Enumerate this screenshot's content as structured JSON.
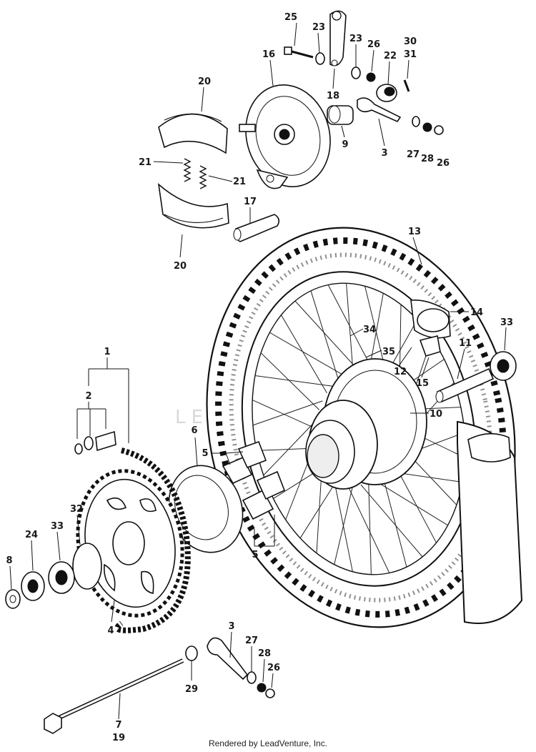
{
  "watermark": "LEADVENTURE",
  "footer": "Rendered by LeadVenture, Inc.",
  "callouts": [
    {
      "id": "c25",
      "text": "25"
    },
    {
      "id": "c23a",
      "text": "23"
    },
    {
      "id": "c23b",
      "text": "23"
    },
    {
      "id": "c26a",
      "text": "26"
    },
    {
      "id": "c22",
      "text": "22"
    },
    {
      "id": "c30",
      "text": "30"
    },
    {
      "id": "c31",
      "text": "31"
    },
    {
      "id": "c16",
      "text": "16"
    },
    {
      "id": "c18",
      "text": "18"
    },
    {
      "id": "c20a",
      "text": "20"
    },
    {
      "id": "c9",
      "text": "9"
    },
    {
      "id": "c3a",
      "text": "3"
    },
    {
      "id": "c27a",
      "text": "27"
    },
    {
      "id": "c28a",
      "text": "28"
    },
    {
      "id": "c26b",
      "text": "26"
    },
    {
      "id": "c21a",
      "text": "21"
    },
    {
      "id": "c21b",
      "text": "21"
    },
    {
      "id": "c17",
      "text": "17"
    },
    {
      "id": "c20b",
      "text": "20"
    },
    {
      "id": "c13",
      "text": "13"
    },
    {
      "id": "c14",
      "text": "14"
    },
    {
      "id": "c34",
      "text": "34"
    },
    {
      "id": "c33a",
      "text": "33"
    },
    {
      "id": "c35",
      "text": "35"
    },
    {
      "id": "c12",
      "text": "12"
    },
    {
      "id": "c15",
      "text": "15"
    },
    {
      "id": "c11",
      "text": "11"
    },
    {
      "id": "c1",
      "text": "1"
    },
    {
      "id": "c2",
      "text": "2"
    },
    {
      "id": "c10",
      "text": "10"
    },
    {
      "id": "c6",
      "text": "6"
    },
    {
      "id": "c5a",
      "text": "5"
    },
    {
      "id": "c32",
      "text": "32"
    },
    {
      "id": "c24",
      "text": "24"
    },
    {
      "id": "c33b",
      "text": "33"
    },
    {
      "id": "c8",
      "text": "8"
    },
    {
      "id": "c5b",
      "text": "5"
    },
    {
      "id": "c4",
      "text": "4"
    },
    {
      "id": "c3b",
      "text": "3"
    },
    {
      "id": "c27b",
      "text": "27"
    },
    {
      "id": "c28b",
      "text": "28"
    },
    {
      "id": "c26c",
      "text": "26"
    },
    {
      "id": "c29",
      "text": "29"
    },
    {
      "id": "c7",
      "text": "7"
    },
    {
      "id": "c19",
      "text": "19"
    }
  ]
}
